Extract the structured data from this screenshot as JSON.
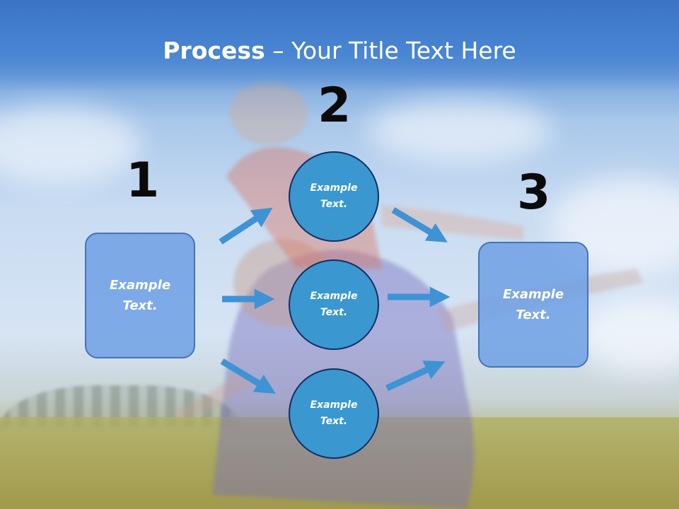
{
  "title": {
    "bold": "Process",
    "rest": " – Your Title Text Here"
  },
  "steps": [
    {
      "number": "1",
      "boxes": [
        "Example\nText."
      ]
    },
    {
      "number": "2",
      "circles": [
        "Example\nText.",
        "Example\nText.",
        "Example\nText."
      ]
    },
    {
      "number": "3",
      "boxes": [
        "Example\nText."
      ]
    }
  ],
  "colors": {
    "box_fill": "#6ea0e4",
    "circle_fill": "#3a97d0",
    "arrow": "#3f93d4",
    "title_band": "#3a74c2"
  }
}
